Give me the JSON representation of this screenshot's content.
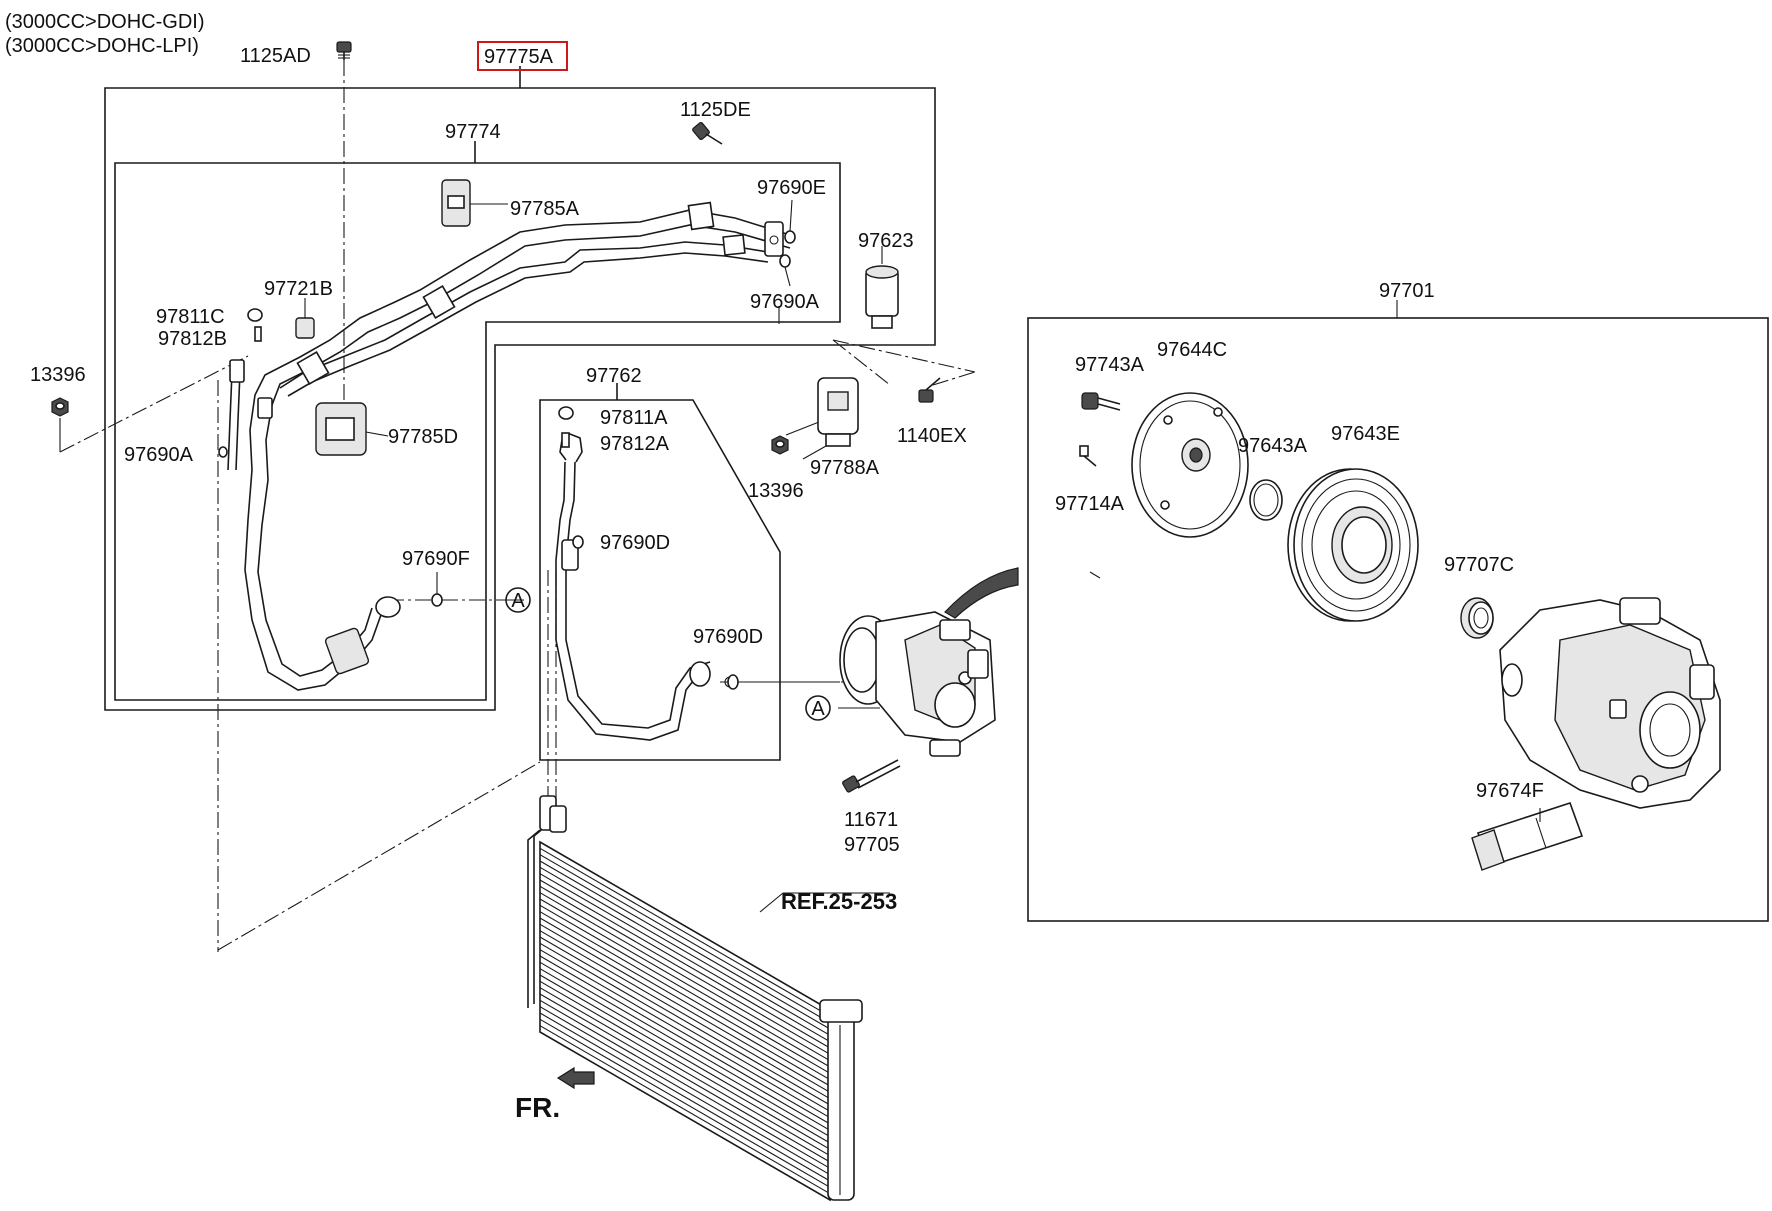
{
  "header": {
    "variant_1": "(3000CC>DOHC-GDI)",
    "variant_2": "(3000CC>DOHC-LPI)"
  },
  "labels": {
    "p1125AD": "1125AD",
    "p97775A": "97775A",
    "p97774": "97774",
    "p1125DE": "1125DE",
    "p97785A": "97785A",
    "p97690E": "97690E",
    "p97690A_top": "97690A",
    "p97623": "97623",
    "p97721B": "97721B",
    "p97811C": "97811C",
    "p97812B": "97812B",
    "p13396_left": "13396",
    "p97690A_left": "97690A",
    "p97785D": "97785D",
    "p97690F": "97690F",
    "p97762": "97762",
    "p97811A": "97811A",
    "p97812A": "97812A",
    "p97690D_upper": "97690D",
    "p97690D_lower": "97690D",
    "p97788A": "97788A",
    "p13396_mid": "13396",
    "p1140EX": "1140EX",
    "p11671": "11671",
    "p97705": "97705",
    "p97701": "97701",
    "p97743A": "97743A",
    "p97644C": "97644C",
    "p97643A": "97643A",
    "p97643E": "97643E",
    "p97714A": "97714A",
    "p97707C": "97707C",
    "p97674F": "97674F",
    "ref": "REF.25-253",
    "front": "FR."
  },
  "callouts": {
    "a1": "A",
    "a2": "A"
  },
  "highlight_color": "#d01818"
}
